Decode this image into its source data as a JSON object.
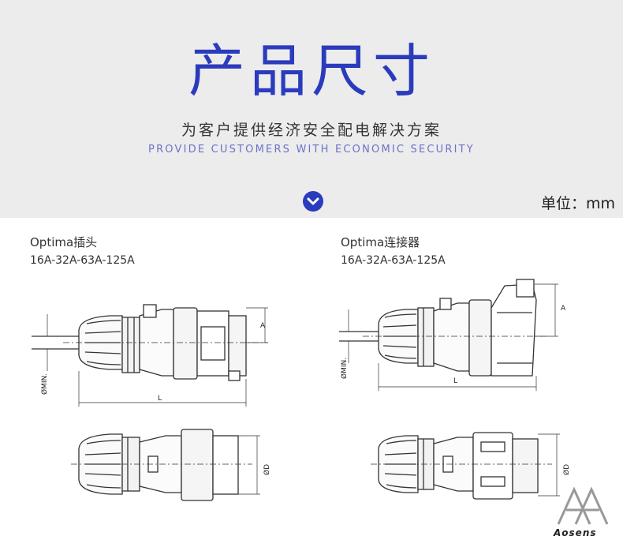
{
  "header": {
    "title": "产品尺寸",
    "subtitle": "为客户提供经济安全配电解决方案",
    "subtitle_en": "PROVIDE CUSTOMERS WITH ECONOMIC SECURITY",
    "unit": "单位：mm",
    "accent_color": "#2b3bbd",
    "chevron_icon": "chevron-down-icon"
  },
  "products": [
    {
      "name": "Optima插头",
      "rating": "16A-32A-63A-125A",
      "dims": {
        "a": "A",
        "min": "ØMIN.",
        "l": "L",
        "d": "ØD"
      }
    },
    {
      "name": "Optima连接器",
      "rating": "16A-32A-63A-125A",
      "dims": {
        "a": "A",
        "min": "ØMIN.",
        "l": "L",
        "d": "ØD"
      }
    }
  ],
  "logo": {
    "text": "Aosens"
  }
}
